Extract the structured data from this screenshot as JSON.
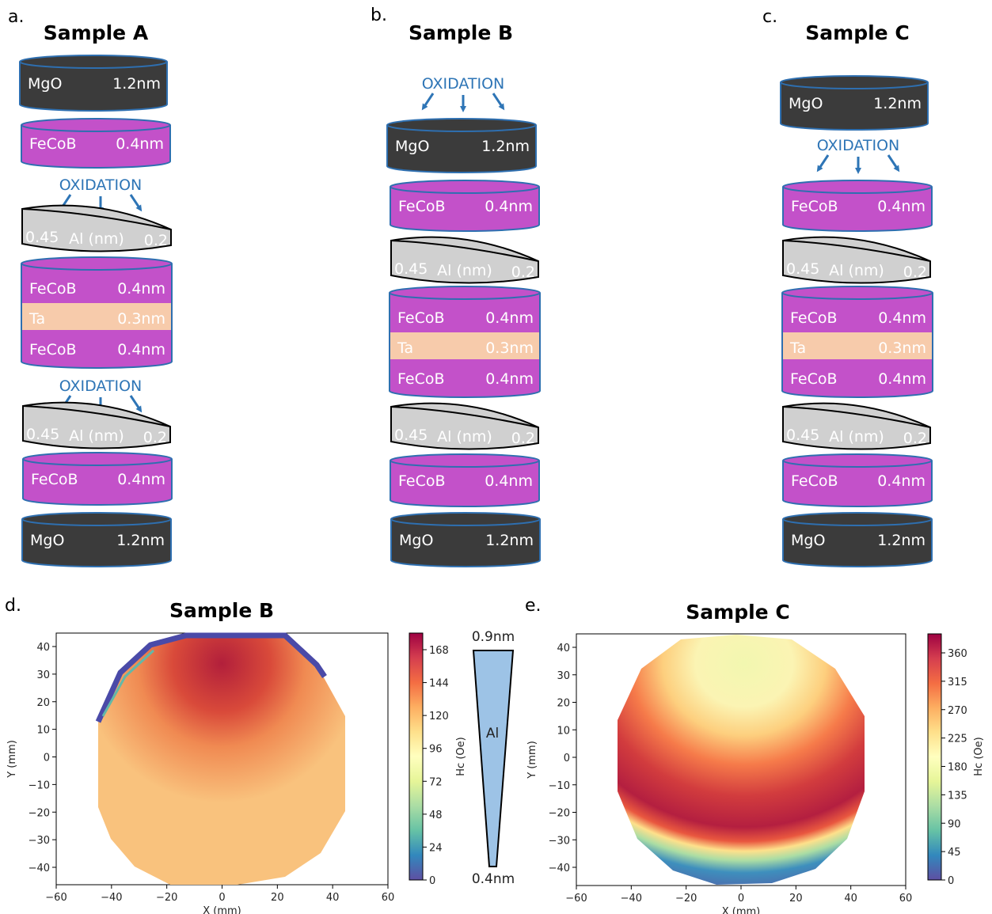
{
  "panels": {
    "a": {
      "letter": "a.",
      "title": "Sample A"
    },
    "b": {
      "letter": "b.",
      "title": "Sample B"
    },
    "c": {
      "letter": "c.",
      "title": "Sample C"
    },
    "d": {
      "letter": "d.",
      "title": "Sample B"
    },
    "e": {
      "letter": "e.",
      "title": "Sample C"
    }
  },
  "layers": {
    "mgo": {
      "name": "MgO",
      "thickness": "1.2nm"
    },
    "fecob": {
      "name": "FeCoB",
      "thickness": "0.4nm"
    },
    "ta": {
      "name": "Ta",
      "thickness": "0.3nm"
    },
    "al": {
      "left": "0.45",
      "name": "Al (nm)",
      "right": "0.2"
    }
  },
  "oxidation_label": "OXIDATION",
  "colors": {
    "mgo": "#3b3b3b",
    "fecob": "#c351c9",
    "ta": "#f7cbab",
    "al": "#d0d0d0",
    "arrow": "#2e75b6",
    "disk_edge": "#2e6fb0",
    "wedge_fill": "#9dc3e6"
  },
  "wedge": {
    "top": "0.9nm",
    "bottom": "0.4nm",
    "label": "Al"
  },
  "maps": {
    "d": {
      "xlabel": "X (mm)",
      "ylabel": "Y (mm)",
      "cbar_label": "Hc (Oe)",
      "xticks": [
        "−60",
        "−40",
        "−20",
        "0",
        "20",
        "40",
        "60"
      ],
      "yticks": [
        "40",
        "30",
        "20",
        "10",
        "0",
        "−10",
        "−20",
        "−30",
        "−40"
      ],
      "cbar_ticks": [
        "168",
        "144",
        "120",
        "96",
        "72",
        "48",
        "24",
        "0"
      ]
    },
    "e": {
      "xlabel": "X (mm)",
      "ylabel": "Y (mm)",
      "cbar_label": "Hc (Oe)",
      "xticks": [
        "−60",
        "−40",
        "−20",
        "0",
        "20",
        "40",
        "60"
      ],
      "yticks": [
        "40",
        "30",
        "20",
        "10",
        "0",
        "−10",
        "−20",
        "−30",
        "−40"
      ],
      "cbar_ticks": [
        "360",
        "315",
        "270",
        "225",
        "180",
        "135",
        "90",
        "45",
        "0"
      ]
    }
  }
}
